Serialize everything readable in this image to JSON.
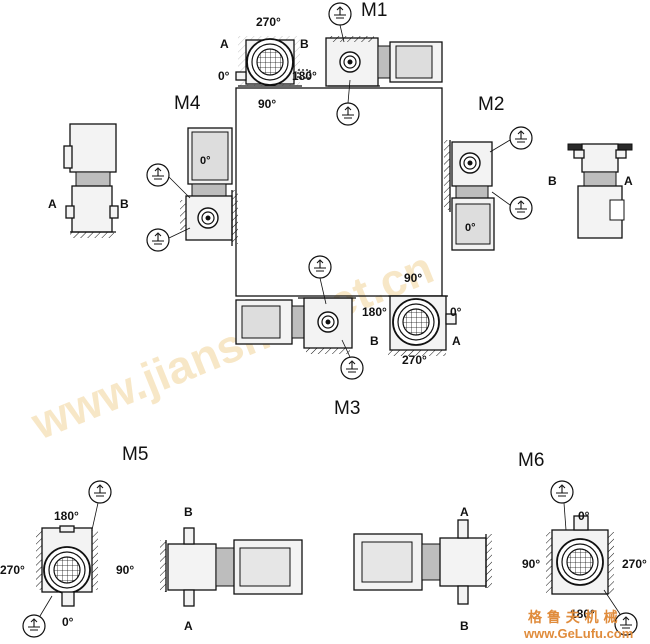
{
  "positions": {
    "m1": "M1",
    "m2": "M2",
    "m3": "M3",
    "m4": "M4",
    "m5": "M5",
    "m6": "M6"
  },
  "angles": {
    "deg0": "0°",
    "deg90": "90°",
    "deg180": "180°",
    "deg270": "270°"
  },
  "sides": {
    "a": "A",
    "b": "B"
  },
  "watermark": "www.jianshu.net.cn",
  "brand": {
    "cn": "格 鲁 夫 机 械",
    "url": "www.GeLufu.com"
  },
  "icons": [
    "breather-valve-icon",
    "oil-level-icon",
    "drain-plug-icon",
    "gear-motor-icon",
    "hollow-shaft-icon",
    "wall-mount-hatch-icon"
  ]
}
